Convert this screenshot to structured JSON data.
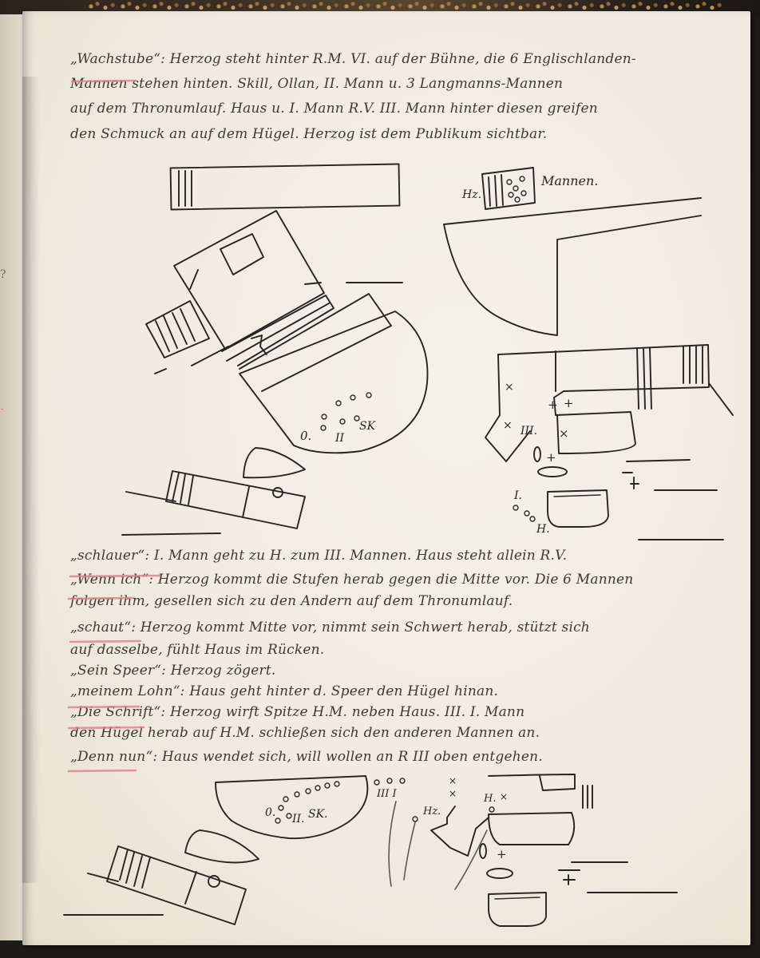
{
  "page": {
    "back_page_marks": [
      "?",
      "-"
    ]
  },
  "stage_directions_top": [
    "„Wachstube“: Herzog steht hinter R.M. VI. auf der Bühne, die 6 Englisch­landen-",
    "Mannen stehen hinten. Skill, Ollan, II. Mann u. 3 Langmanns-Mannen",
    "auf dem Thronumlauf. Haus u. I. Mann R.V. III. Mann hinter diesen greifen",
    "den Schmuck an auf dem Hügel. Herzog ist dem Publikum sichtbar."
  ],
  "stage_directions_bottom": [
    "„schlauer“: I. Mann geht zu H. zum III. Mannen. Haus steht allein R.V.",
    "„Wenn ich“: Herzog kommt die Stufen herab gegen die Mitte vor. Die 6 Mannen",
    "folgen ihm, gesellen sich zu den Andern auf dem Thronumlauf.",
    "„schaut“: Herzog kommt Mitte vor, nimmt sein Schwert herab, stützt sich",
    "auf dasselbe, fühlt Haus im Rücken.",
    "„Sein Speer“: Herzog zögert.",
    "„meinem Lohn“: Haus geht hinter d. Speer den Hügel hinan.",
    "„Die Schrift“: Herzog wirft Spitze H.M. neben Haus. III. I. Mann",
    "den Hügel herab auf H.M. schließen sich den anderen Mannen an.",
    "„Denn nun“: Haus wendet sich, will wollen an R III oben entgehen."
  ],
  "sketch_labels": {
    "left_top": {
      "positions": [
        "0.",
        "II",
        "SK"
      ]
    },
    "right_top": {
      "herzog": "Hz.",
      "mannen": "Mannen.",
      "three": "III.",
      "one": "I.",
      "h": "H."
    },
    "left_bottom": {
      "positions": [
        "0.",
        "II.",
        "SK."
      ]
    },
    "right_bottom": {
      "three_one": "III  I",
      "herzog": "Hz.",
      "h": "H."
    }
  },
  "colors": {
    "paper": "#f1ede4",
    "ink": "#262521",
    "underline": "#e47a86",
    "cover": "#2a221c"
  }
}
